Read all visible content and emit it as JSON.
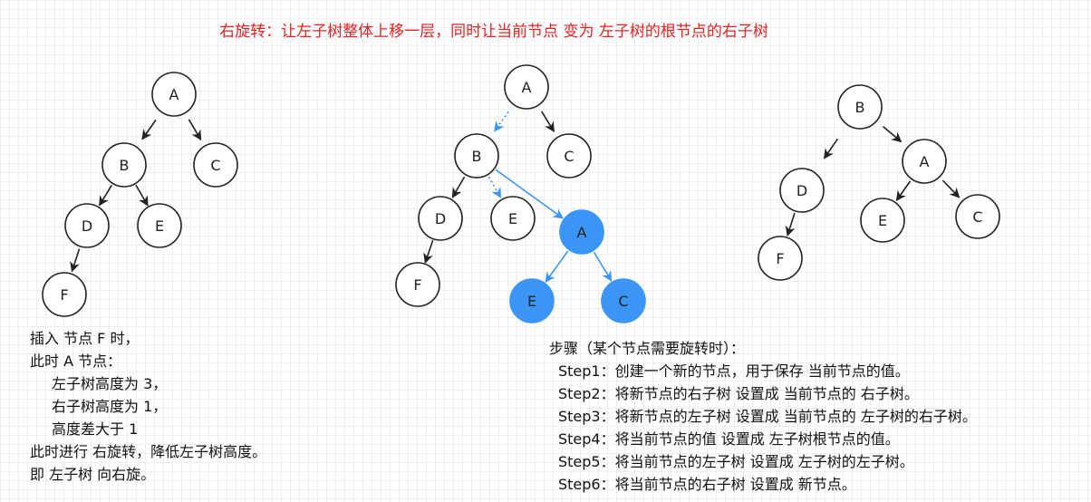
{
  "title": "右旋转：让左子树整体上移一层，同时让当前节点 变为 左子树的根节点的右子树",
  "colors": {
    "accent": "#3a95f4",
    "title": "#e02424",
    "node_border": "#222222"
  },
  "nodes": {
    "t1_a": "A",
    "t1_b": "B",
    "t1_c": "C",
    "t1_d": "D",
    "t1_e": "E",
    "t1_f": "F",
    "t2_a": "A",
    "t2_b": "B",
    "t2_c": "C",
    "t2_d": "D",
    "t2_e": "E",
    "t2_f": "F",
    "t2_new_a": "A",
    "t2_new_e": "E",
    "t2_new_c": "C",
    "t3_b": "B",
    "t3_a": "A",
    "t3_d": "D",
    "t3_e": "E",
    "t3_c": "C",
    "t3_f": "F"
  },
  "left_note": [
    "插入 节点 F 时，",
    "此时 A 节点：",
    "左子树高度为 3，",
    "右子树高度为 1，",
    "高度差大于 1",
    "此时进行 右旋转，降低左子树高度。",
    "即 左子树 向右旋。"
  ],
  "steps_note": [
    "步骤（某个节点需要旋转时）：",
    "Step1：创建一个新的节点，用于保存 当前节点的值。",
    "Step2：将新节点的右子树 设置成 当前节点的 右子树。",
    "Step3：将新节点的左子树 设置成 当前节点的 左子树的右子树。",
    "Step4：将当前节点的值 设置成 左子树根节点的值。",
    "Step5：将当前节点的左子树 设置成 左子树的左子树。",
    "Step6：将当前节点的右子树 设置成 新节点。"
  ]
}
